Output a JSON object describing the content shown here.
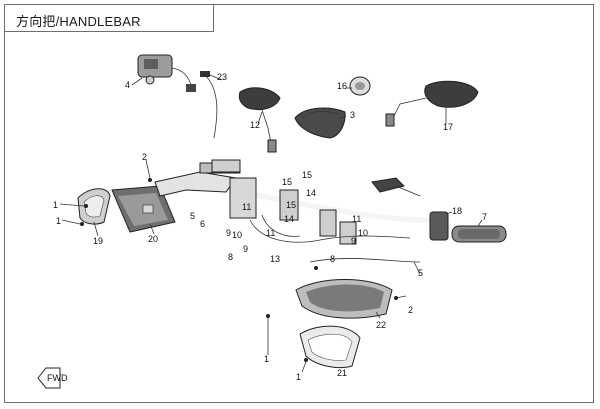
{
  "title": "方向把/HANDLEBAR",
  "front_badge": "FWD",
  "callouts": [
    {
      "id": "c1a",
      "text": "1"
    },
    {
      "id": "c1b",
      "text": "1"
    },
    {
      "id": "c1c",
      "text": "1"
    },
    {
      "id": "c1d",
      "text": "1"
    },
    {
      "id": "c2a",
      "text": "2"
    },
    {
      "id": "c2b",
      "text": "2"
    },
    {
      "id": "c3",
      "text": "3"
    },
    {
      "id": "c4",
      "text": "4"
    },
    {
      "id": "c5a",
      "text": "5"
    },
    {
      "id": "c5b",
      "text": "5"
    },
    {
      "id": "c6",
      "text": "6"
    },
    {
      "id": "c7",
      "text": "7"
    },
    {
      "id": "c8a",
      "text": "8"
    },
    {
      "id": "c8b",
      "text": "8"
    },
    {
      "id": "c9a",
      "text": "9"
    },
    {
      "id": "c9b",
      "text": "9"
    },
    {
      "id": "c9c",
      "text": "9"
    },
    {
      "id": "c10a",
      "text": "10"
    },
    {
      "id": "c10b",
      "text": "10"
    },
    {
      "id": "c11a",
      "text": "11"
    },
    {
      "id": "c11b",
      "text": "11"
    },
    {
      "id": "c11c",
      "text": "11"
    },
    {
      "id": "c12",
      "text": "12"
    },
    {
      "id": "c13",
      "text": "13"
    },
    {
      "id": "c14a",
      "text": "14"
    },
    {
      "id": "c14b",
      "text": "14"
    },
    {
      "id": "c15a",
      "text": "15"
    },
    {
      "id": "c15b",
      "text": "15"
    },
    {
      "id": "c15c",
      "text": "15"
    },
    {
      "id": "c16",
      "text": "16"
    },
    {
      "id": "c17",
      "text": "17"
    },
    {
      "id": "c18",
      "text": "18"
    },
    {
      "id": "c19",
      "text": "19"
    },
    {
      "id": "c20",
      "text": "20"
    },
    {
      "id": "c21",
      "text": "21"
    },
    {
      "id": "c22",
      "text": "22"
    },
    {
      "id": "c23",
      "text": "23"
    }
  ]
}
